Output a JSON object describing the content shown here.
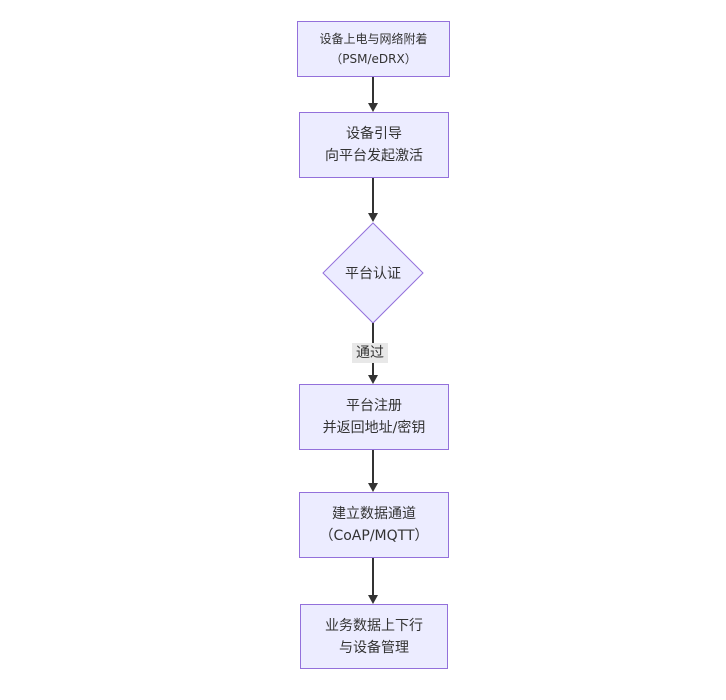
{
  "diagram": {
    "type": "flowchart-top-down",
    "colors": {
      "node_fill": "#ECECFF",
      "node_border": "#9370DB",
      "arrow": "#333333",
      "text": "#333333",
      "edge_label_bg": "#e8e8e8",
      "background": "#ffffff"
    },
    "nodes": [
      {
        "id": "n1",
        "shape": "rect",
        "lines": [
          "设备上电与网络附着",
          "（PSM/eDRX）"
        ]
      },
      {
        "id": "n2",
        "shape": "rect",
        "lines": [
          "设备引导",
          "向平台发起激活"
        ]
      },
      {
        "id": "d1",
        "shape": "diamond",
        "lines": [
          "平台认证"
        ]
      },
      {
        "id": "n3",
        "shape": "rect",
        "lines": [
          "平台注册",
          "并返回地址/密钥"
        ]
      },
      {
        "id": "n4",
        "shape": "rect",
        "lines": [
          "建立数据通道",
          "（CoAP/MQTT）"
        ]
      },
      {
        "id": "n5",
        "shape": "rect",
        "lines": [
          "业务数据上下行",
          "与设备管理"
        ]
      }
    ],
    "edges": [
      {
        "from": "n1",
        "to": "n2",
        "label": ""
      },
      {
        "from": "n2",
        "to": "d1",
        "label": ""
      },
      {
        "from": "d1",
        "to": "n3",
        "label": "通过"
      },
      {
        "from": "n3",
        "to": "n4",
        "label": ""
      },
      {
        "from": "n4",
        "to": "n5",
        "label": ""
      }
    ]
  }
}
